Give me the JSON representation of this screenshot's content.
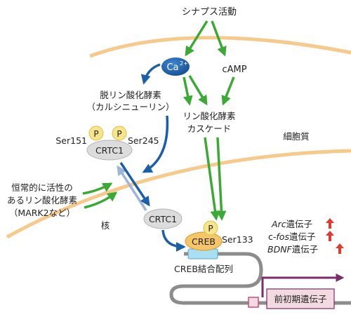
{
  "labels": {
    "synapse_activity": "シナプス活動",
    "ca_main": "Ca",
    "ca_sup": "2+",
    "camp": "cAMP",
    "phosphatase_line1": "脱リン酸化酵素",
    "phosphatase_line2": "（カルシニューリン）",
    "kinase_cascade_line1": "リン酸化酵素",
    "kinase_cascade_line2": "カスケード",
    "ser151": "Ser151",
    "ser245": "Ser245",
    "p_left": "P",
    "p_right": "P",
    "crtc1_top": "CRTC1",
    "cytoplasm": "細胞質",
    "constitutive_line1": "恒常的に活性の",
    "constitutive_line2": "あるリン酸化酵素",
    "constitutive_line3": "（MARK2など）",
    "nucleus": "核",
    "crtc1_nuclear": "CRTC1",
    "p_creb": "P",
    "creb": "CREB",
    "ser133": "Ser133",
    "cre_site": "CREB結合配列",
    "gene_arc_italic": "Arc",
    "gene_arc_rest": "遺伝子",
    "gene_cfos_prefix": "c-",
    "gene_cfos_italic": "fos",
    "gene_cfos_rest": "遺伝子",
    "gene_bdnf_italic": "BDNF",
    "gene_bdnf_rest": "遺伝子",
    "immediate_early_gene": "前初期遺伝子"
  },
  "colors": {
    "membrane": "#f7c98a",
    "green_arrow": "#3aaa35",
    "blue_arrow": "#1a5fa8",
    "light_blue_arrow": "#9db5d9",
    "ca_fill": "#1a5fa8",
    "phospho_fill": "#f6e58a",
    "crtc1_fill": "#dcdcdc",
    "creb_fill": "#f5c56a",
    "cre_box": "#a9dff2",
    "dna": "#8c8c8c",
    "gene_box_fill": "#f3d9e0",
    "gene_box_stroke": "#7a2c6b",
    "up_arrow": "#e23b2e"
  },
  "icons": {
    "up_arrow": "red-up-arrow-icon"
  }
}
